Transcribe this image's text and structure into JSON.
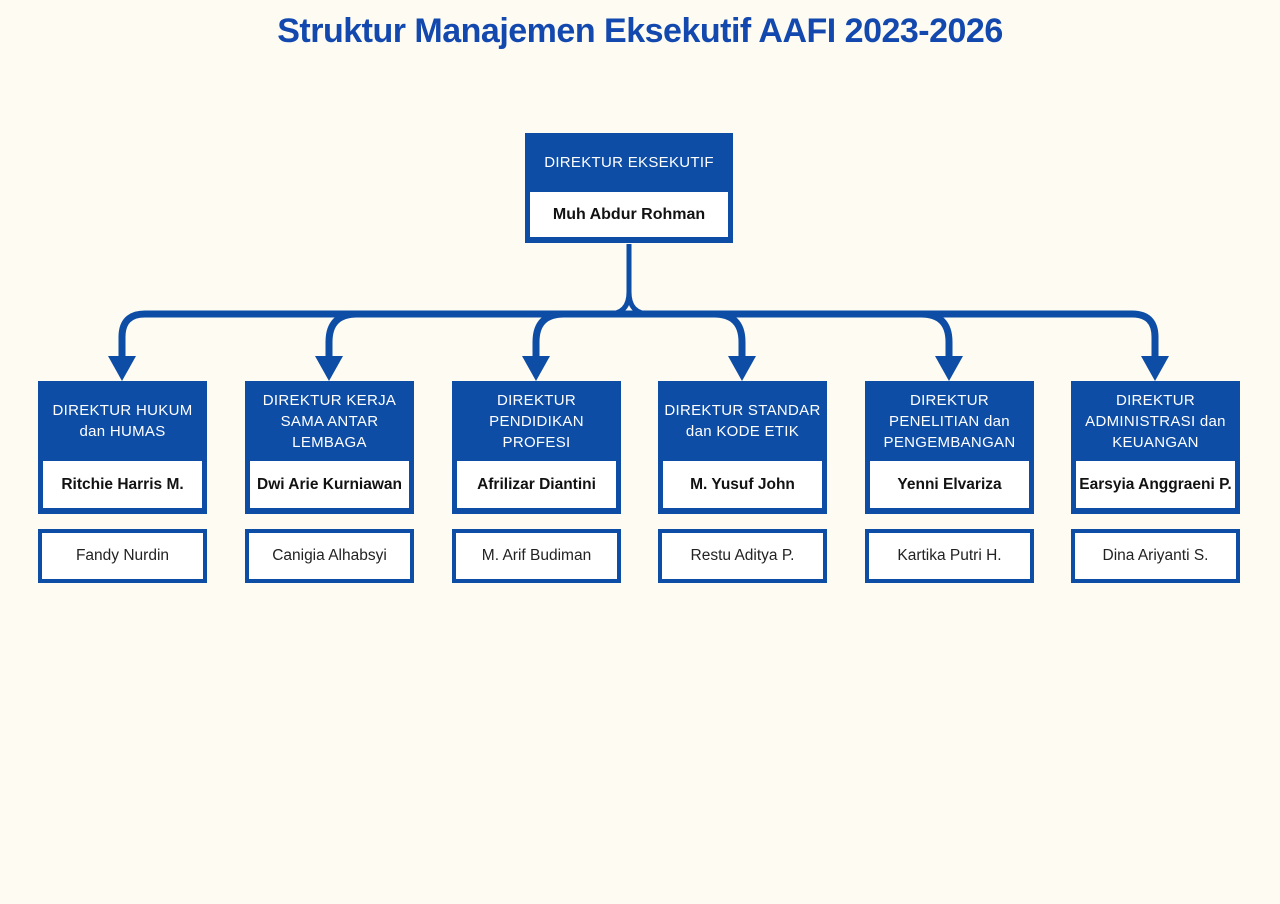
{
  "title": "Struktur Manajemen Eksekutif AAFI 2023-2026",
  "colors": {
    "accent_blue": "#0d4da6",
    "title_blue": "#1349ae",
    "background": "#fdfbf2"
  },
  "root": {
    "title": "DIREKTUR EKSEKUTIF",
    "name": "Muh Abdur Rohman"
  },
  "departments": [
    {
      "title": "DIREKTUR HUKUM\ndan HUMAS",
      "head": "Ritchie Harris M.",
      "deputy": "Fandy Nurdin"
    },
    {
      "title": "DIREKTUR KERJA\nSAMA ANTAR\nLEMBAGA",
      "head": "Dwi Arie Kurniawan",
      "deputy": "Canigia Alhabsyi"
    },
    {
      "title": "DIREKTUR\nPENDIDIKAN\nPROFESI",
      "head": "Afrilizar Diantini",
      "deputy": "M. Arif Budiman"
    },
    {
      "title": "DIREKTUR STANDAR\ndan KODE ETIK",
      "head": "M. Yusuf John",
      "deputy": "Restu Aditya P."
    },
    {
      "title": "DIREKTUR\nPENELITIAN dan\nPENGEMBANGAN",
      "head": "Yenni Elvariza",
      "deputy": "Kartika Putri H."
    },
    {
      "title": "DIREKTUR\nADMINISTRASI dan\nKEUANGAN",
      "head": "Earsyia Anggraeni P.",
      "deputy": "Dina Ariyanti S."
    }
  ]
}
